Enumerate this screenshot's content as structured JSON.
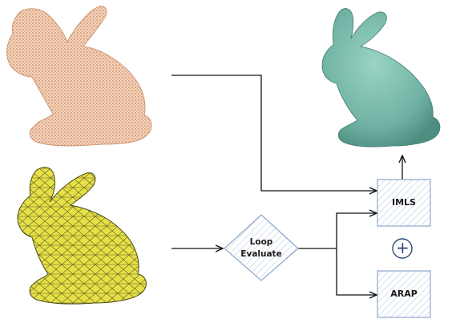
{
  "nodes": {
    "imls": {
      "label": "IMLS"
    },
    "arap": {
      "label": "ARAP"
    },
    "loop_evaluate": {
      "line1": "Loop",
      "line2": "Evaluate"
    },
    "combine_symbol": {
      "label": "+"
    }
  },
  "images": {
    "point_cloud_bunny": "point-cloud-bunny-icon",
    "coarse_mesh_bunny": "coarse-mesh-bunny-icon",
    "smooth_surface_bunny": "smooth-surface-bunny-icon"
  },
  "colors": {
    "point_cloud": "#ebb48e",
    "coarse_mesh": "#e6e047",
    "smooth_surface": "#72b5a6",
    "box_stroke": "#8fa7cc",
    "hatch": "#c3d3ea",
    "arrow": "#111111",
    "plus_symbol": "#2f4a78"
  }
}
